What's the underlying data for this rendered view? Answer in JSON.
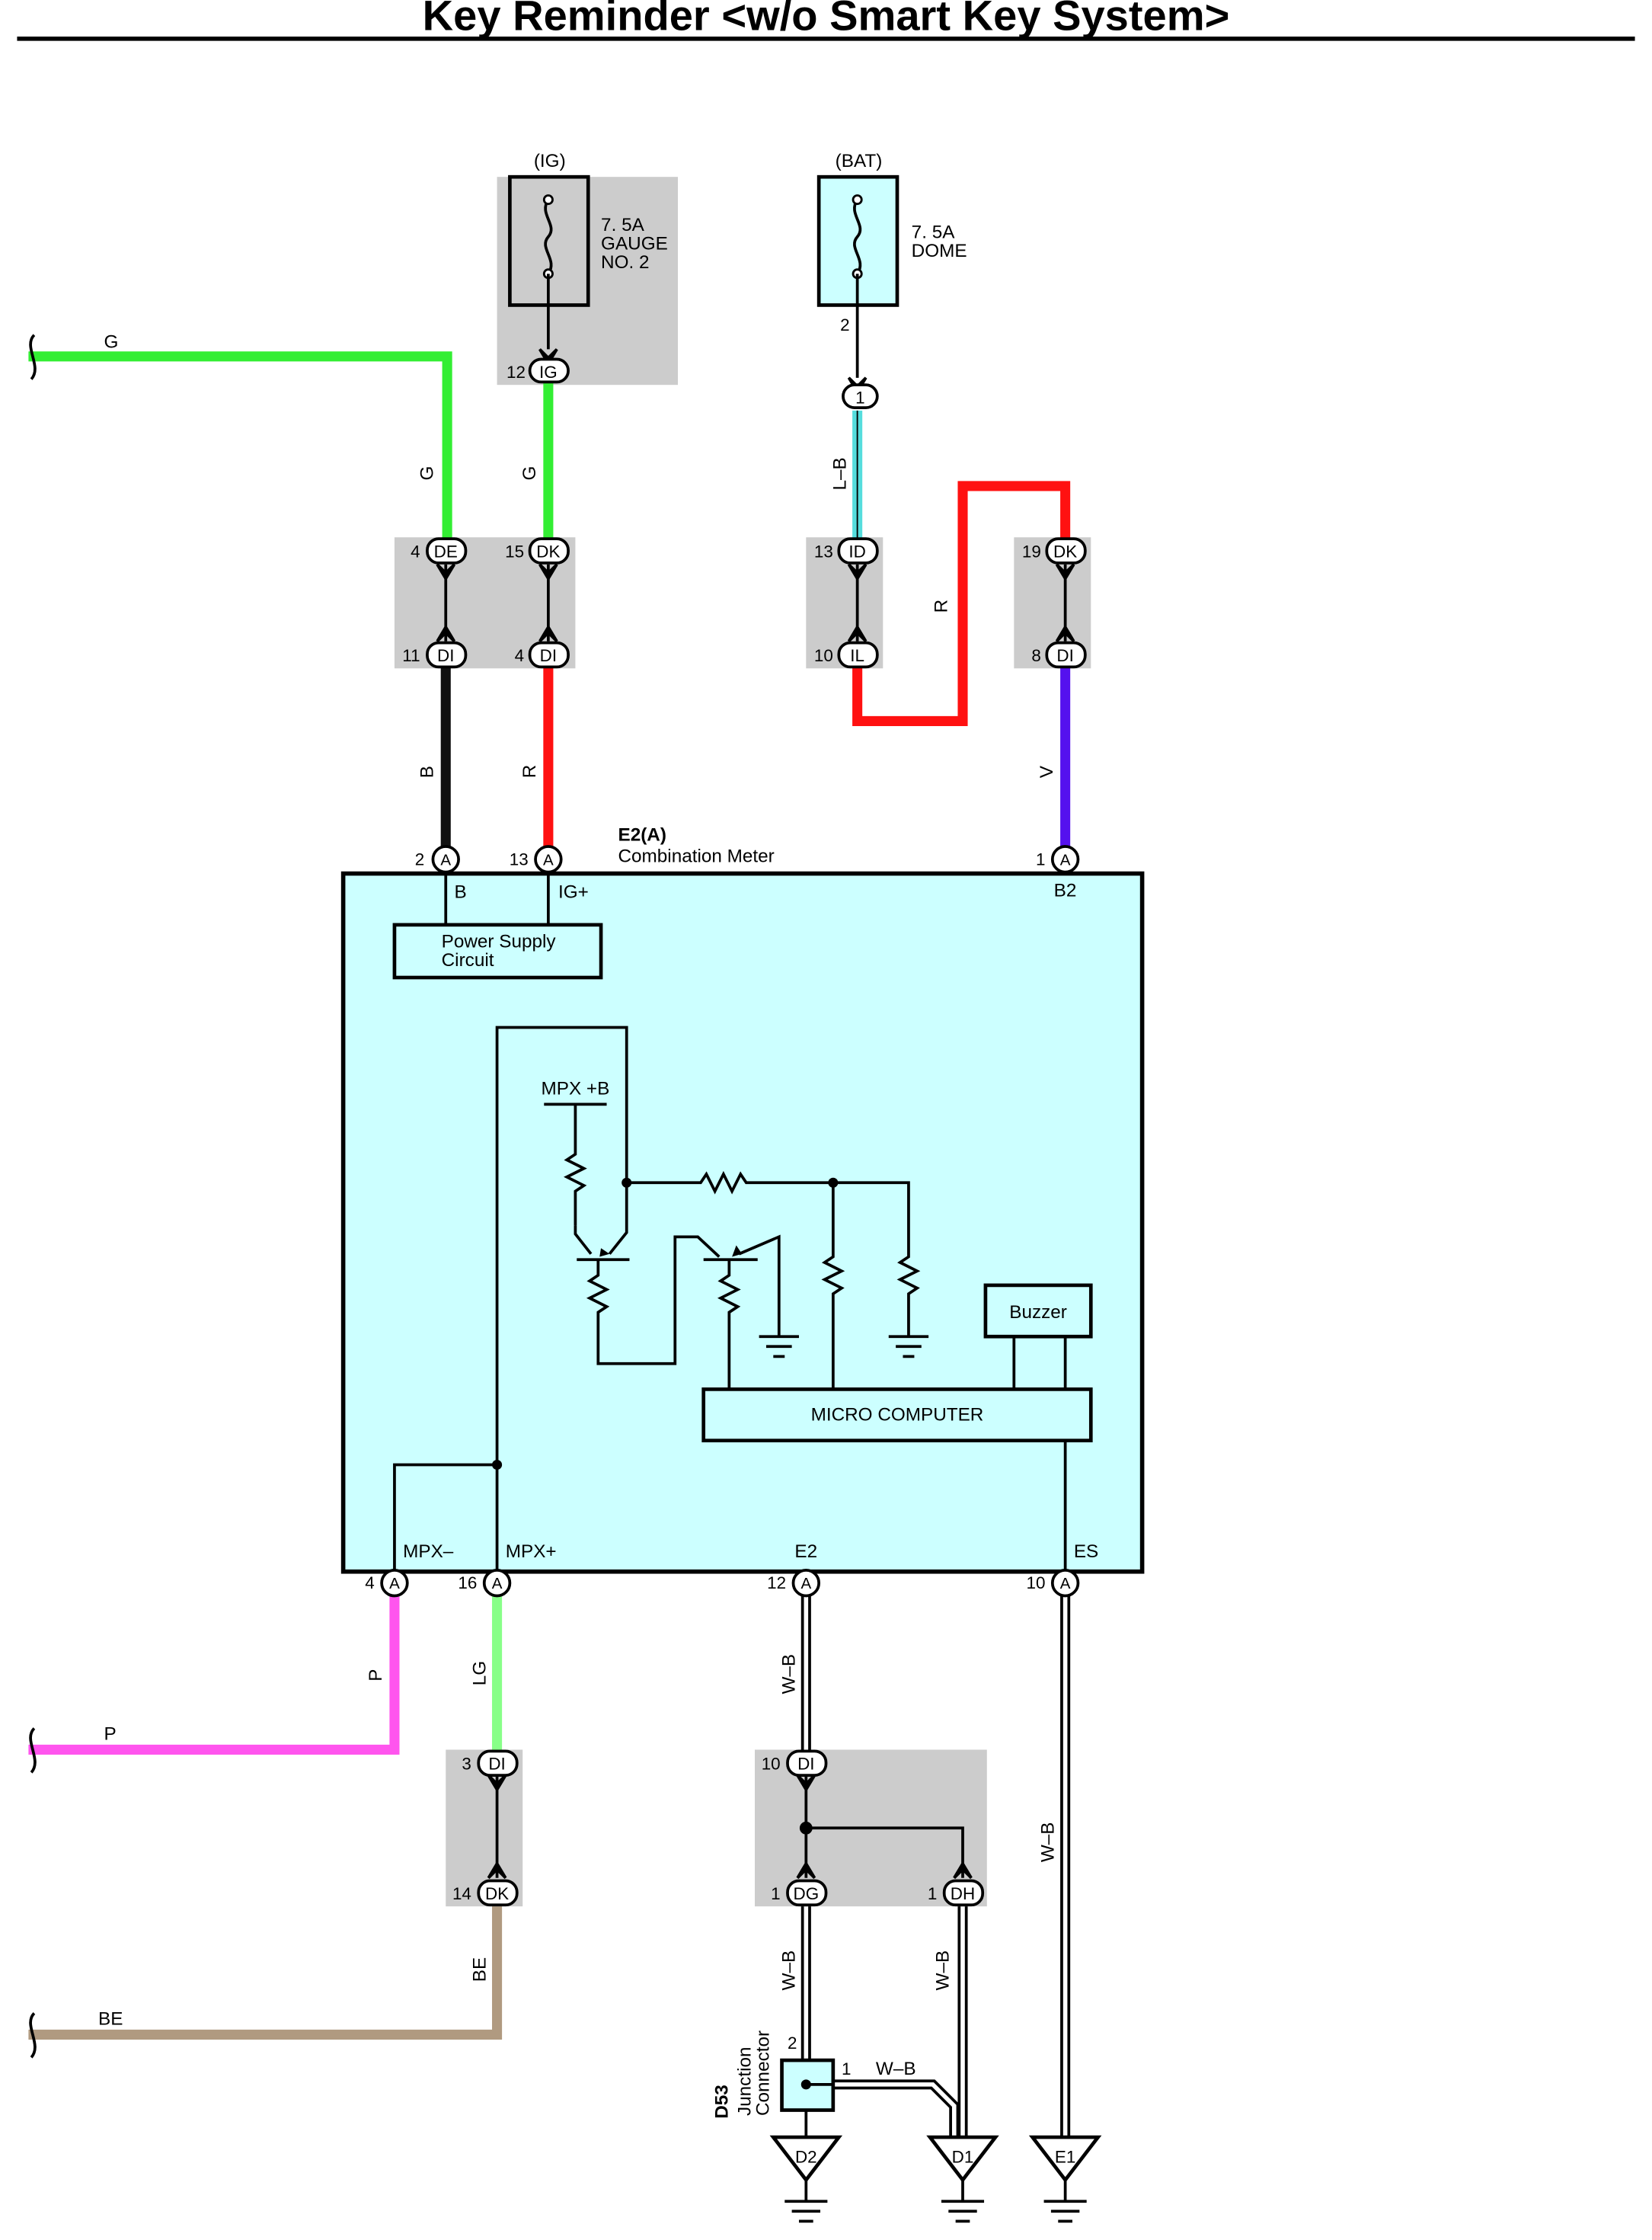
{
  "title": "Key Reminder <w/o Smart Key System>",
  "fuses": {
    "ig": {
      "supply": "(IG)",
      "line1": "7. 5A",
      "line2": "GAUGE",
      "line3": "NO. 2"
    },
    "bat": {
      "supply": "(BAT)",
      "line1": "7. 5A",
      "line2": "DOME"
    }
  },
  "connectors": {
    "ig12": {
      "pin": "12",
      "code": "IG"
    },
    "bat1": {
      "code": "1"
    },
    "bat2": {
      "pin": "2"
    },
    "de4": {
      "pin": "4",
      "code": "DE"
    },
    "dk15": {
      "pin": "15",
      "code": "DK"
    },
    "di11": {
      "pin": "11",
      "code": "DI"
    },
    "di4": {
      "pin": "4",
      "code": "DI"
    },
    "id13": {
      "pin": "13",
      "code": "ID"
    },
    "il10": {
      "pin": "10",
      "code": "IL"
    },
    "dk19": {
      "pin": "19",
      "code": "DK"
    },
    "di8": {
      "pin": "8",
      "code": "DI"
    },
    "a2": {
      "pin": "2",
      "code": "A"
    },
    "a13": {
      "pin": "13",
      "code": "A"
    },
    "a1": {
      "pin": "1",
      "code": "A"
    },
    "a4": {
      "pin": "4",
      "code": "A"
    },
    "a16": {
      "pin": "16",
      "code": "A"
    },
    "a12": {
      "pin": "12",
      "code": "A"
    },
    "a10": {
      "pin": "10",
      "code": "A"
    },
    "di3": {
      "pin": "3",
      "code": "DI"
    },
    "dk14": {
      "pin": "14",
      "code": "DK"
    },
    "di10": {
      "pin": "10",
      "code": "DI"
    },
    "dg1": {
      "pin": "1",
      "code": "DG"
    },
    "dh1": {
      "pin": "1",
      "code": "DH"
    }
  },
  "wire_labels": {
    "g_top": "G",
    "g_de": "G",
    "g_dk": "G",
    "lb": "L–B",
    "r_loop": "R",
    "b": "B",
    "r": "R",
    "v": "V",
    "p_down": "P",
    "p_left": "P",
    "lg": "LG",
    "be_down": "BE",
    "be_left": "BE",
    "wb_e2": "W–B",
    "wb_es": "W–B",
    "wb_dg": "W–B",
    "wb_dh": "W–B",
    "wb_j": "W–B"
  },
  "meter": {
    "ref": "E2(A)",
    "name": "Combination Meter",
    "term_b": "B",
    "term_ig": "IG+",
    "term_b2": "B2",
    "psc_line1": "Power Supply",
    "psc_line2": "Circuit",
    "mpxb": "MPX +B",
    "buzzer": "Buzzer",
    "micro": "MICRO COMPUTER",
    "mpx_minus": "MPX–",
    "mpx_plus": "MPX+",
    "e2": "E2",
    "es": "ES"
  },
  "junction": {
    "ref": "D53",
    "name1": "Junction",
    "name2": "Connector",
    "pin2": "2",
    "pin1": "1"
  },
  "grounds": {
    "d2": "D2",
    "d1": "D1",
    "e1": "E1"
  },
  "colors": {
    "green": "#33ee33",
    "light_green": "#88ff88",
    "red": "#ff1111",
    "black": "#111111",
    "light_blue": "#55dddd",
    "violet": "#5511ee",
    "pink": "#ff55ee",
    "beige": "#b09a80",
    "meter_fill": "#ccffff",
    "gray_box": "#cccccc"
  }
}
